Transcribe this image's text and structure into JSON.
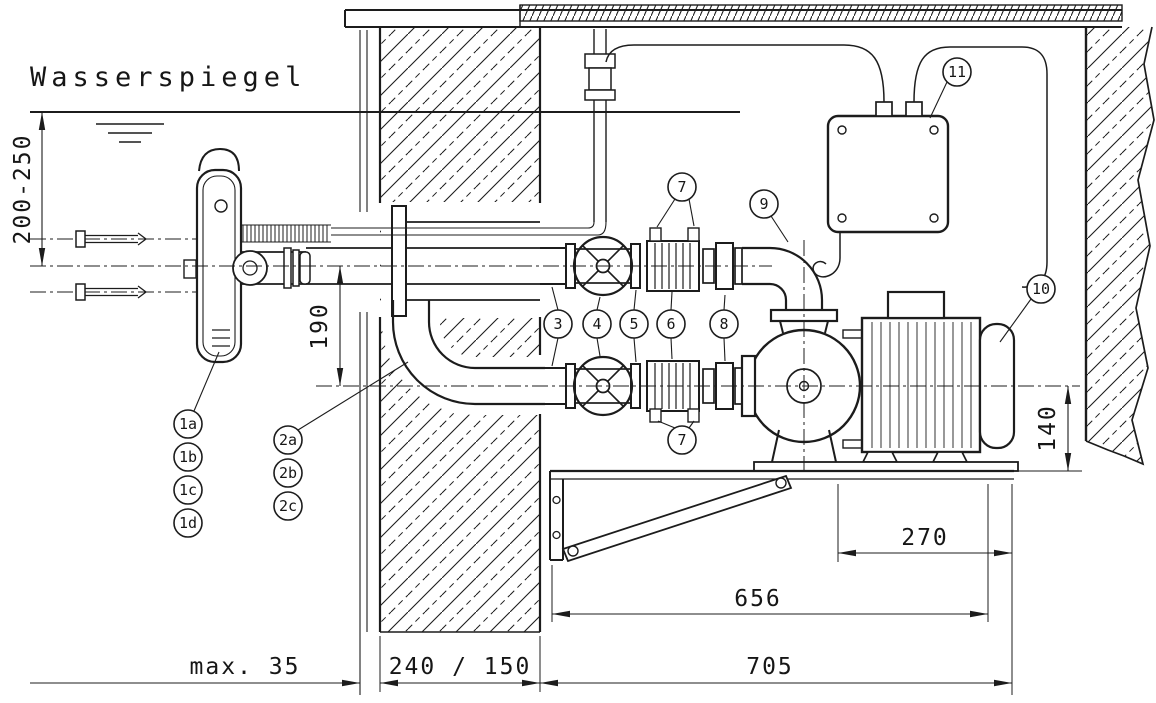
{
  "drawing": {
    "water_level_label": "Wasserspiegel",
    "dimensions": {
      "water_to_jet_axis": "200-250",
      "jet_to_suction_axis": "190",
      "pump_axis_height": "140",
      "motor_clearance": "270",
      "base_length": "656",
      "room_depth": "705",
      "wall_thickness": "240 / 150",
      "pool_wall_max": "max. 35"
    },
    "callouts": {
      "c1a": "1a",
      "c1b": "1b",
      "c1c": "1c",
      "c1d": "1d",
      "c2a": "2a",
      "c2b": "2b",
      "c2c": "2c",
      "c3": "3",
      "c4": "4",
      "c5": "5",
      "c6": "6",
      "c7_top": "7",
      "c7_bottom": "7",
      "c8": "8",
      "c9": "9",
      "c10": "10",
      "c11": "11"
    },
    "colors": {
      "line": "#1c1c1c",
      "background": "#ffffff"
    }
  }
}
